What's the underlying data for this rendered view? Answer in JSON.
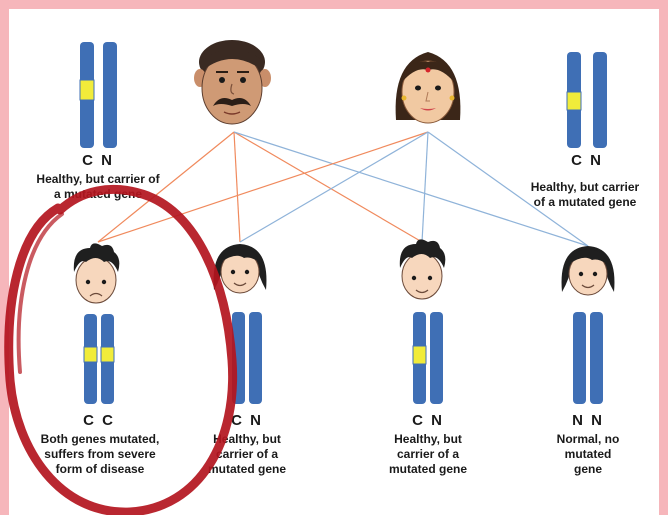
{
  "colors": {
    "frame": "#f6b6bb",
    "chromosome": "#3f6fb5",
    "mutation": "#f1ec3a",
    "father_lines": "#f08a5d",
    "mother_lines": "#8fb3d9",
    "circle": "#b3151e"
  },
  "parents": {
    "father": {
      "icon": "father-face",
      "genotype": "C N",
      "caption": "Healthy, but carrier of\na mutated gene"
    },
    "mother": {
      "icon": "mother-face",
      "genotype": "C N",
      "caption": "Healthy, but carrier\nof a mutated gene"
    }
  },
  "children": [
    {
      "icon": "boy-sad-face",
      "genotype": "C C",
      "caption": "Both genes mutated,\nsuffers from severe\nform of disease"
    },
    {
      "icon": "girl-face",
      "genotype": "C N",
      "caption": "Healthy, but\ncarrier of a\nmutated gene"
    },
    {
      "icon": "boy-face",
      "genotype": "C N",
      "caption": "Healthy, but\ncarrier of a\nmutated gene"
    },
    {
      "icon": "girl-face",
      "genotype": "N N",
      "caption": "Normal, no\nmutated\ngene"
    }
  ]
}
